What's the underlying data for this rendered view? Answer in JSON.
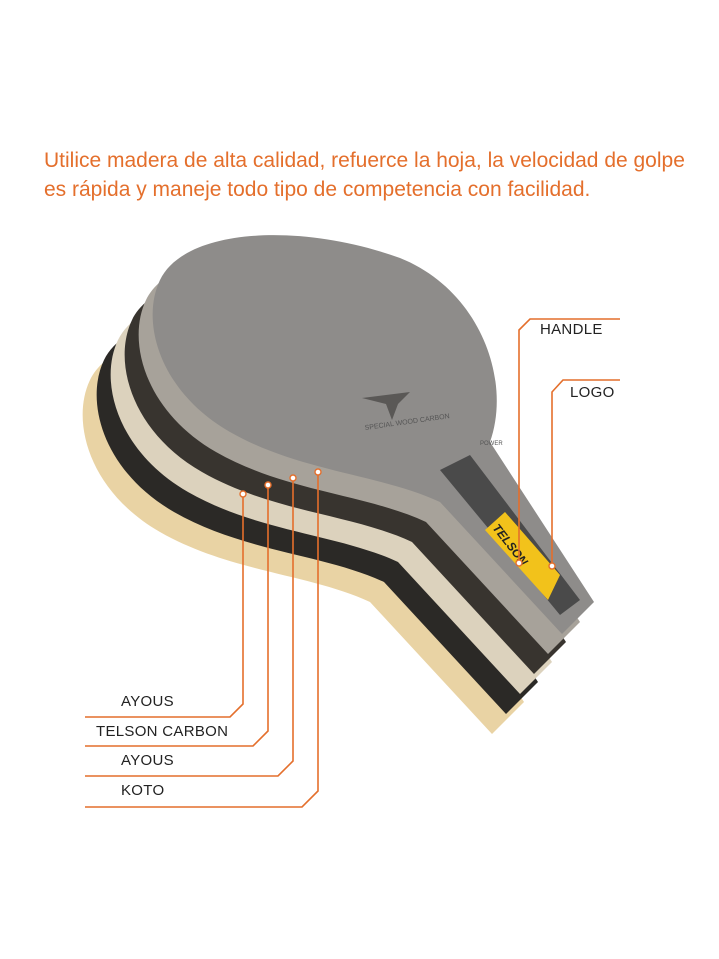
{
  "headline": "Utilice madera de alta calidad, refuerce la hoja, la velocidad de golpe es rápida y maneje todo tipo de competencia con facilidad.",
  "labels": {
    "handle": "HANDLE",
    "logo": "LOGO",
    "layers": [
      "AYOUS",
      "TELSON CARBON",
      "AYOUS",
      "KOTO"
    ]
  },
  "blade_print": {
    "brand": "TELSON",
    "line1": "SPECIAL WOOD CARBON",
    "power": "POWER"
  },
  "colors": {
    "accent": "#e46f2c",
    "text": "#222222"
  }
}
